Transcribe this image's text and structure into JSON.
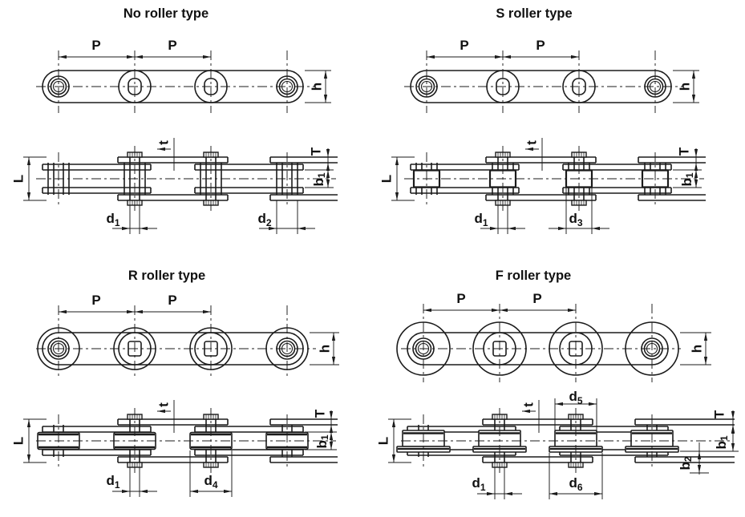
{
  "diagram": {
    "colors": {
      "line": "#1b1b1b",
      "background": "#ffffff"
    },
    "panels": {
      "no_roller": {
        "title": "No roller type",
        "dims": {
          "pitch": "P",
          "height": "h",
          "length": "L",
          "outer_plate_thickness": "T",
          "inner_plate_thickness": "t",
          "inner_width": {
            "base": "b",
            "sub": "1"
          },
          "pin_diameter": {
            "base": "d",
            "sub": "1"
          },
          "bush_diameter": {
            "base": "d",
            "sub": "2"
          }
        }
      },
      "s_roller": {
        "title": "S roller type",
        "dims": {
          "pitch": "P",
          "height": "h",
          "length": "L",
          "outer_plate_thickness": "T",
          "inner_plate_thickness": "t",
          "inner_width": {
            "base": "b",
            "sub": "1"
          },
          "pin_diameter": {
            "base": "d",
            "sub": "1"
          },
          "roller_diameter": {
            "base": "d",
            "sub": "3"
          }
        }
      },
      "r_roller": {
        "title": "R roller type",
        "dims": {
          "pitch": "P",
          "height": "h",
          "length": "L",
          "outer_plate_thickness": "T",
          "inner_plate_thickness": "t",
          "inner_width": {
            "base": "b",
            "sub": "1"
          },
          "pin_diameter": {
            "base": "d",
            "sub": "1"
          },
          "roller_diameter": {
            "base": "d",
            "sub": "4"
          }
        }
      },
      "f_roller": {
        "title": "F roller type",
        "dims": {
          "pitch": "P",
          "height": "h",
          "length": "L",
          "outer_plate_thickness": "T",
          "inner_plate_thickness": "t",
          "inner_width": {
            "base": "b",
            "sub": "1"
          },
          "flange_offset": {
            "base": "b",
            "sub": "2"
          },
          "pin_diameter": {
            "base": "d",
            "sub": "1"
          },
          "roller_top_diameter": {
            "base": "d",
            "sub": "5"
          },
          "flange_diameter": {
            "base": "d",
            "sub": "6"
          }
        }
      }
    }
  }
}
